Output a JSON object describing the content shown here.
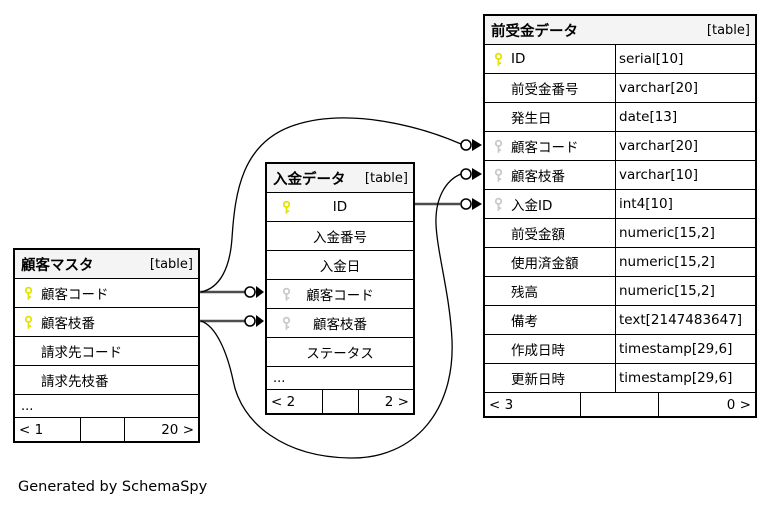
{
  "diagram": {
    "generator_note": "Generated by SchemaSpy",
    "colors": {
      "primary_key_icon": "#e3e300",
      "foreign_key_icon": "#c9c9c9",
      "header_bg": "#f4f4f4",
      "edge_gray": "#4d4d4d",
      "edge_black": "#000000"
    }
  },
  "tables": [
    {
      "title": "顧客マスタ",
      "badge": "[table]",
      "rows": [
        {
          "name": "顧客コード",
          "key": "primary"
        },
        {
          "name": "顧客枝番",
          "key": "primary"
        },
        {
          "name": "請求先コード",
          "key": "none"
        },
        {
          "name": "請求先枝番",
          "key": "none"
        }
      ],
      "ellipsis": "...",
      "footer": {
        "parents": "< 1",
        "spacer": "",
        "children": "20 >"
      }
    },
    {
      "title": "入金データ",
      "badge": "[table]",
      "rows": [
        {
          "name": "ID",
          "key": "primary"
        },
        {
          "name": "入金番号",
          "key": "none"
        },
        {
          "name": "入金日",
          "key": "none"
        },
        {
          "name": "顧客コード",
          "key": "foreign"
        },
        {
          "name": "顧客枝番",
          "key": "foreign"
        },
        {
          "name": "ステータス",
          "key": "none"
        }
      ],
      "ellipsis": "...",
      "footer": {
        "parents": "< 2",
        "spacer": "",
        "children": "2 >"
      }
    },
    {
      "title": "前受金データ",
      "badge": "[table]",
      "rows": [
        {
          "name": "ID",
          "type": "serial[10]",
          "key": "primary"
        },
        {
          "name": "前受金番号",
          "type": "varchar[20]",
          "key": "none"
        },
        {
          "name": "発生日",
          "type": "date[13]",
          "key": "none"
        },
        {
          "name": "顧客コード",
          "type": "varchar[20]",
          "key": "foreign"
        },
        {
          "name": "顧客枝番",
          "type": "varchar[10]",
          "key": "foreign"
        },
        {
          "name": "入金ID",
          "type": "int4[10]",
          "key": "foreign"
        },
        {
          "name": "前受金額",
          "type": "numeric[15,2]",
          "key": "none"
        },
        {
          "name": "使用済金額",
          "type": "numeric[15,2]",
          "key": "none"
        },
        {
          "name": "残高",
          "type": "numeric[15,2]",
          "key": "none"
        },
        {
          "name": "備考",
          "type": "text[2147483647]",
          "key": "none"
        },
        {
          "name": "作成日時",
          "type": "timestamp[29,6]",
          "key": "none"
        },
        {
          "name": "更新日時",
          "type": "timestamp[29,6]",
          "key": "none"
        }
      ],
      "footer": {
        "parents": "< 3",
        "spacer": "",
        "children": "0 >"
      }
    }
  ],
  "relationships": [
    {
      "from": "顧客マスタ.顧客コード",
      "to": "入金データ.顧客コード"
    },
    {
      "from": "顧客マスタ.顧客枝番",
      "to": "入金データ.顧客枝番"
    },
    {
      "from": "顧客マスタ.顧客コード",
      "to": "前受金データ.顧客コード"
    },
    {
      "from": "顧客マスタ.顧客枝番",
      "to": "前受金データ.顧客枝番"
    },
    {
      "from": "入金データ.ID",
      "to": "前受金データ.入金ID"
    }
  ]
}
